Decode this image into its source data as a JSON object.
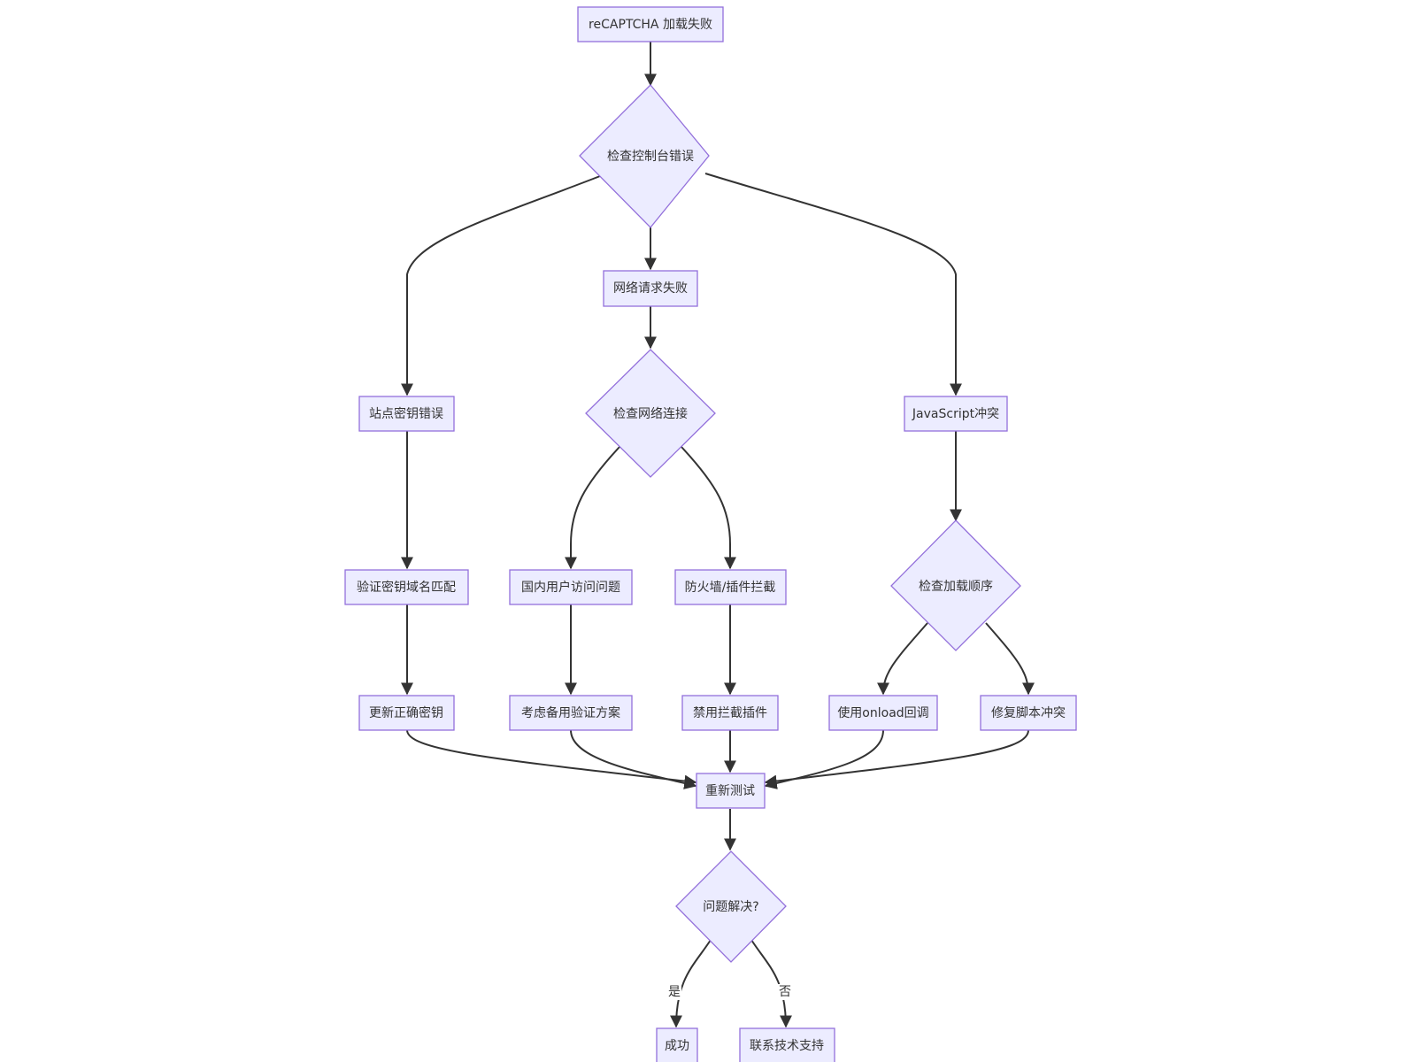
{
  "nodes": {
    "start": "reCAPTCHA 加载失败",
    "check_console": "检查控制台错误",
    "network_fail": "网络请求失败",
    "site_key_error": "站点密钥错误",
    "check_network": "检查网络连接",
    "js_conflict": "JavaScript冲突",
    "verify_domain": "验证密钥域名匹配",
    "domestic_access": "国内用户访问问题",
    "firewall_block": "防火墙/插件拦截",
    "check_load_order": "检查加载顺序",
    "update_key": "更新正确密钥",
    "alt_solution": "考虑备用验证方案",
    "disable_plugin": "禁用拦截插件",
    "use_onload": "使用onload回调",
    "fix_script": "修复脚本冲突",
    "retest": "重新测试",
    "resolved": "问题解决?",
    "success": "成功",
    "contact_support": "联系技术支持"
  },
  "edges": {
    "yes": "是",
    "no": "否"
  },
  "colors": {
    "node_fill": "#ECECFF",
    "node_stroke": "#9370DB",
    "edge": "#333333",
    "text": "#333333"
  }
}
